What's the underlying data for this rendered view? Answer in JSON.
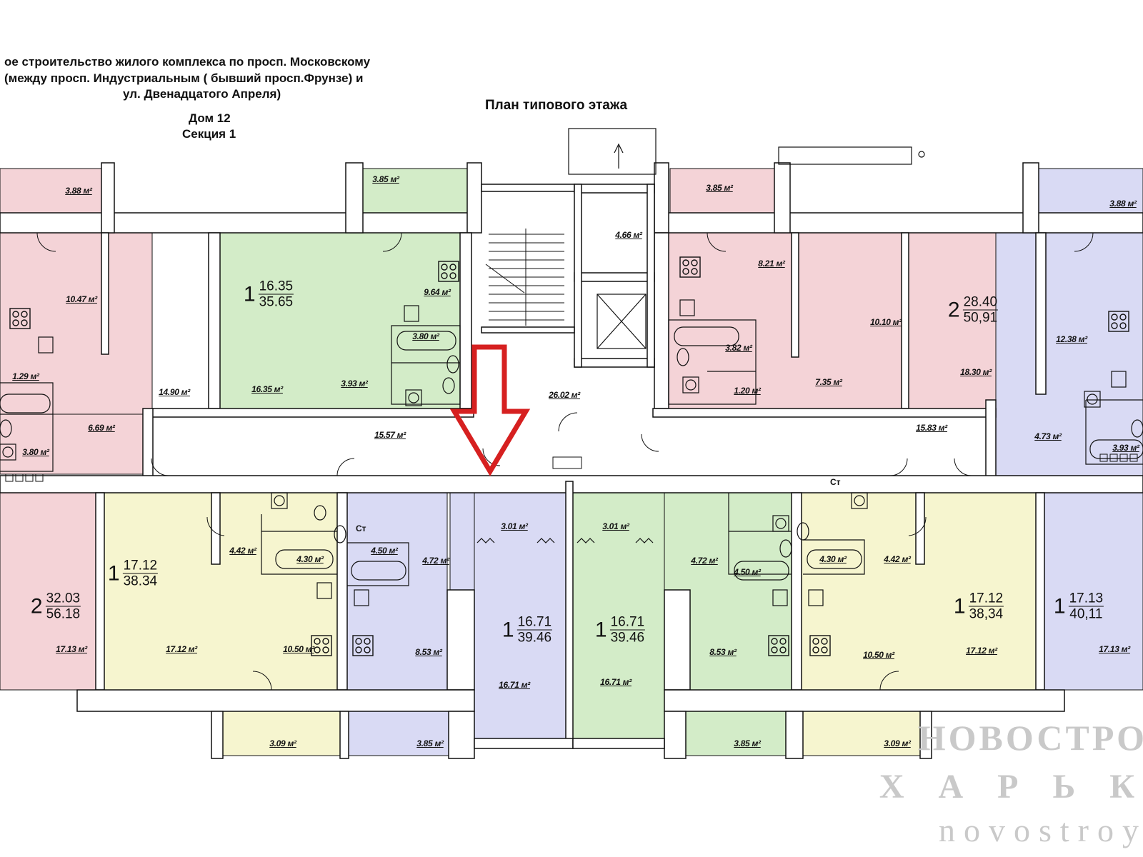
{
  "header": {
    "line1": "ое строительство жилого комплекса по просп. Московскому",
    "line2": "(между просп. Индустриальным ( бывший просп.Фрунзе) и",
    "line3": "ул. Двенадцатого Апреля)",
    "house": "Дом 12",
    "section": "Секция 1",
    "plan_title": "План типового этажа"
  },
  "colors": {
    "pink": "#f4d3d7",
    "green": "#d3ecc8",
    "yellow": "#f6f5cf",
    "lavender": "#d9daf4",
    "wall": "#ffffff",
    "wall_stroke": "#111111",
    "arrow": "#d62020",
    "watermark": "#c9c9c9"
  },
  "apartments": [
    {
      "id": "north-right-2room",
      "rooms": "2",
      "living": "28.40",
      "total": "50,91",
      "color": "pink"
    },
    {
      "id": "north-green-1room",
      "rooms": "1",
      "living": "16.35",
      "total": "35.65",
      "color": "green"
    },
    {
      "id": "south-left-2room",
      "rooms": "2",
      "living": "32.03",
      "total": "56.18",
      "color": "pink"
    },
    {
      "id": "south-yellow-left",
      "rooms": "1",
      "living": "17.12",
      "total": "38.34",
      "color": "yellow"
    },
    {
      "id": "south-lavender-mid",
      "rooms": "1",
      "living": "16.71",
      "total": "39.46",
      "color": "lavender"
    },
    {
      "id": "south-green-mid",
      "rooms": "1",
      "living": "16.71",
      "total": "39.46",
      "color": "green"
    },
    {
      "id": "south-yellow-right",
      "rooms": "1",
      "living": "17.12",
      "total": "38,34",
      "color": "yellow"
    },
    {
      "id": "south-lavender-right",
      "rooms": "1",
      "living": "17.13",
      "total": "40,11",
      "color": "lavender"
    }
  ],
  "areas": [
    "3.88 м²",
    "3.85 м²",
    "3.85 м²",
    "3.88 м²",
    "4.66 м²",
    "10.47 м²",
    "14.90 м²",
    "6.69 м²",
    "1.29 м²",
    "3.80 м²",
    "16.35 м²",
    "9.64 м²",
    "3.80 м²",
    "3.93 м²",
    "15.57 м²",
    "26.02 м²",
    "15.83 м²",
    "8.21 м²",
    "3.82 м²",
    "1.20 м²",
    "10.10 м²",
    "7.35 м²",
    "18.30 м²",
    "12.38 м²",
    "4.73 м²",
    "3.93 м²",
    "17.13 м²",
    "17.12 м²",
    "4.42 м²",
    "4.30 м²",
    "4.50 м²",
    "4.72 м²",
    "10.50 м²",
    "8.53 м²",
    "3.01 м²",
    "16.71 м²",
    "3.01 м²",
    "16.71 м²",
    "4.72 м²",
    "4.50 м²",
    "4.30 м²",
    "4.42 м²",
    "8.53 м²",
    "10.50 м²",
    "17.12 м²",
    "17.13 м²",
    "3.09 м²",
    "3.85 м²",
    "3.85 м²",
    "3.09 м²"
  ],
  "misc": {
    "stk_left": "Ст",
    "stk_right": "Ст"
  },
  "watermark": {
    "line1": "НОВОСТРО",
    "line2": "Х А Р Ь К",
    "line3": "novostroy"
  }
}
